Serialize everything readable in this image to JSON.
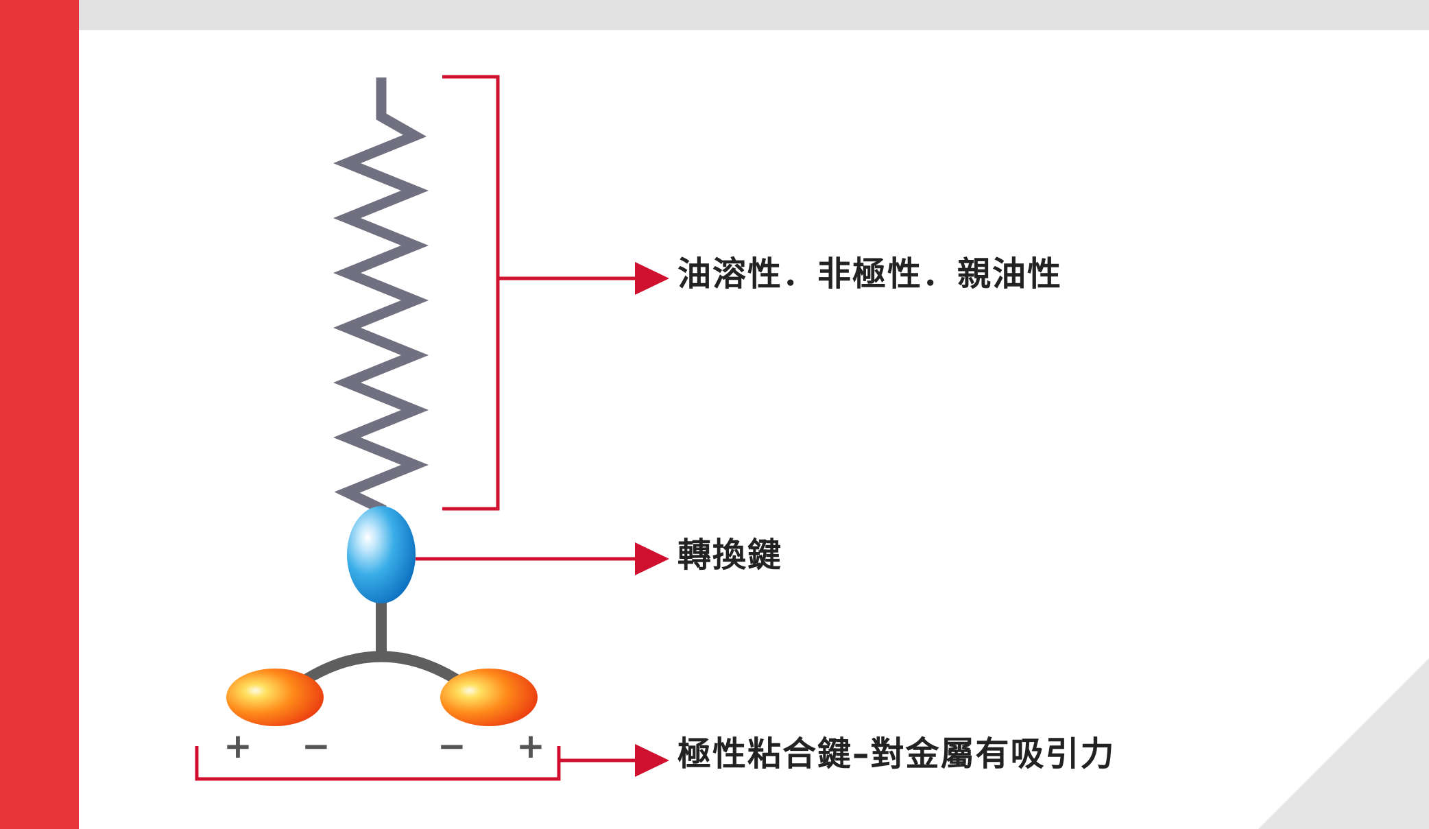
{
  "labels": {
    "tail": "油溶性．非極性．親油性",
    "linker": "轉換鍵",
    "head": "極性粘合鍵–對金屬有吸引力"
  },
  "charges": {
    "left_plus": "+",
    "left_minus": "−",
    "right_minus": "−",
    "right_plus": "+"
  },
  "colors": {
    "accent_red": "#e8353a",
    "bracket_red": "#d0102f",
    "chain_gray": "#707080",
    "stem_gray": "#5e5e5e",
    "linker_blue": "#1b8fd6",
    "head_orange": "#f25a16",
    "top_band": "#e1e1e1",
    "corner_gray": "#e4e4e4"
  }
}
